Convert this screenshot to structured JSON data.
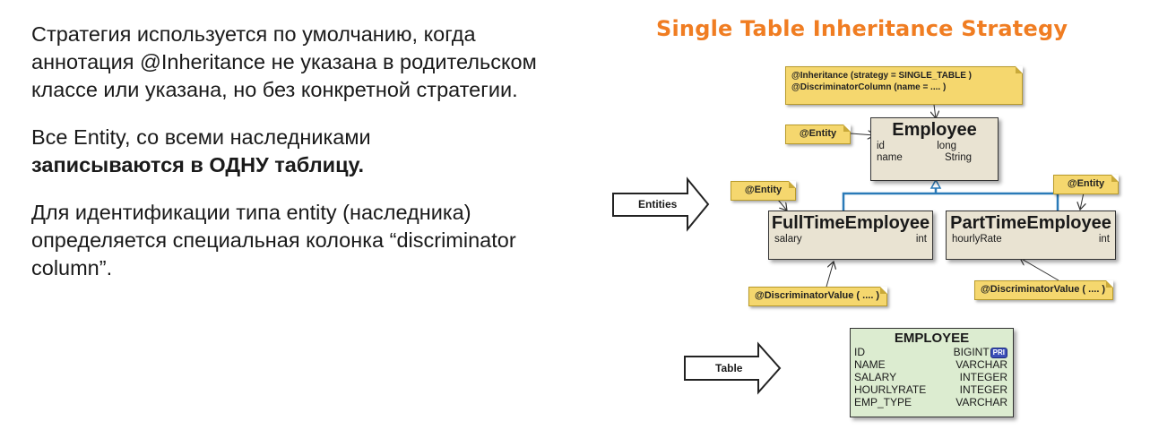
{
  "text": {
    "p1": "Стратегия используется по умолчанию, когда аннотация @Inheritance не указана в родительском классе или указана, но без конкретной стратегии.",
    "p2_normal": "Все Entity, со всеми наследниками",
    "p2_bold": "записываются в ОДНУ таблицу.",
    "p3": "Для идентификации типа entity (наследника) определяется специальная колонка “discriminator column”."
  },
  "diagram": {
    "title": "Single Table Inheritance Strategy",
    "top_note": {
      "line1": "@Inheritance (strategy = SINGLE_TABLE )",
      "line2": "@DiscriminatorColumn (name = .... )"
    },
    "entity_note_label": "@Entity",
    "discriminator_note_label": "@DiscriminatorValue ( .... )",
    "entities_arrow_label": "Entities",
    "table_arrow_label": "Table",
    "employee": {
      "name": "Employee",
      "attrs": [
        {
          "name": "id",
          "type": "long"
        },
        {
          "name": "name",
          "type": "String"
        }
      ]
    },
    "fulltime": {
      "name": "FullTimeEmployee",
      "attrs": [
        {
          "name": "salary",
          "type": "int"
        }
      ]
    },
    "parttime": {
      "name": "PartTimeEmployee",
      "attrs": [
        {
          "name": "hourlyRate",
          "type": "int"
        }
      ]
    },
    "table": {
      "name": "EMPLOYEE",
      "pri_badge": "PRI",
      "columns": [
        {
          "name": "ID",
          "type": "BIGINT"
        },
        {
          "name": "NAME",
          "type": "VARCHAR"
        },
        {
          "name": "SALARY",
          "type": "INTEGER"
        },
        {
          "name": "HOURLYRATE",
          "type": "INTEGER"
        },
        {
          "name": "EMP_TYPE",
          "type": "VARCHAR"
        }
      ]
    },
    "colors": {
      "title": "#f07d22",
      "note": "#f5d76e",
      "class_fill": "#e9e3d2",
      "table_fill": "#dcecd0",
      "inheritance_line": "#2a7ab8"
    }
  }
}
